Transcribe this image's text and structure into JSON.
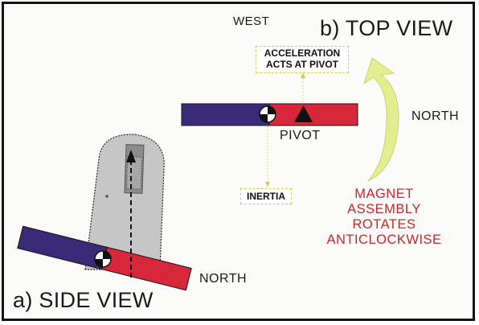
{
  "labels": {
    "west": "WEST",
    "top_view": "b) TOP VIEW",
    "side_view": "a) SIDE VIEW",
    "north_top": "NORTH",
    "north_side": "NORTH",
    "pivot": "PIVOT",
    "acceleration_line1": "ACCELERATION",
    "acceleration_line2": "ACTS AT PIVOT",
    "inertia": "INERTIA",
    "magnet_lines": [
      "MAGNET",
      "ASSEMBLY",
      "ROTATES",
      "ANTICLOCKWISE"
    ]
  },
  "colors": {
    "magnet_south": "#3a2a78",
    "magnet_north": "#d6283a",
    "housing": "#c4c4c4",
    "rotation_arrow": "#e3ee92",
    "annotation": "#c8282c"
  }
}
